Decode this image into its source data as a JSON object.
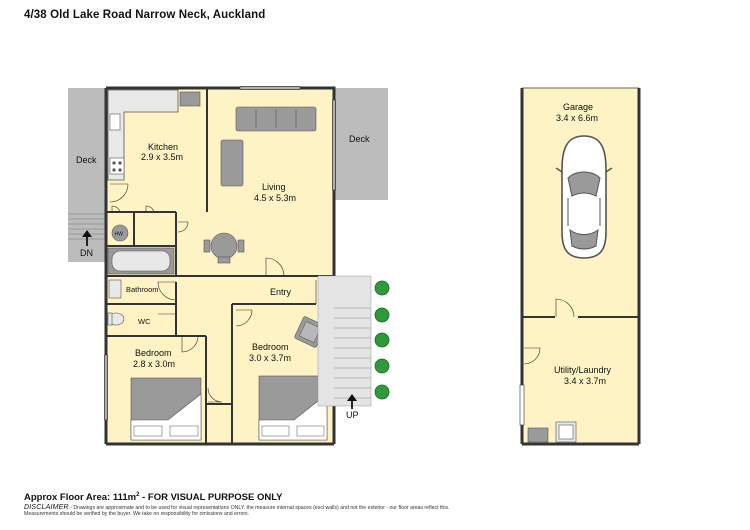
{
  "title": "4/38 Old Lake Road Narrow Neck, Auckland",
  "rooms": {
    "kitchen": {
      "name": "Kitchen",
      "dims": "2.9 x 3.5m"
    },
    "living": {
      "name": "Living",
      "dims": "4.5 x 5.3m"
    },
    "bedroom1": {
      "name": "Bedroom",
      "dims": "2.8 x 3.0m"
    },
    "bedroom2": {
      "name": "Bedroom",
      "dims": "3.0 x 3.7m"
    },
    "garage": {
      "name": "Garage",
      "dims": "3.4 x 6.6m"
    },
    "utility": {
      "name": "Utility/Laundry",
      "dims": "3.4 x 3.7m"
    },
    "bathroom": {
      "name": "Bathroom"
    },
    "wc": {
      "name": "WC"
    },
    "entry": {
      "name": "Entry"
    },
    "deck_left": {
      "name": "Deck"
    },
    "deck_right": {
      "name": "Deck"
    },
    "hw": {
      "name": "HW"
    }
  },
  "stairs": {
    "down_label": "DN",
    "up_label": "UP"
  },
  "footer": {
    "area_prefix": "Approx Floor Area: 111m",
    "area_sup": "2",
    "area_suffix": " - FOR VISUAL PURPOSE ONLY",
    "disclaimer_title": "DISCLAIMER",
    "disclaimer_text": "- Drawings are approximate and to be used for visual representations ONLY. the measure internal spaces (excl walls) and not the exterior - our floor areas reflect this. Measurements should be verified by the buyer. We take no responsibility for omissions and errors."
  },
  "colors": {
    "floor": "#fdf3c4",
    "wall": "#333333",
    "deck": "#bcbcbc",
    "furniture": "#9a9a9a",
    "shrub": "#2e9a3a"
  }
}
